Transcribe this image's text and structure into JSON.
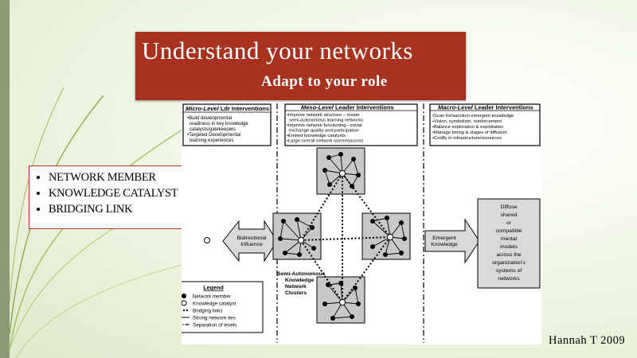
{
  "slide": {
    "title": "Understand your networks",
    "subtitle": "Adapt to your role",
    "credit": "Hannah T 2009",
    "bullets": [
      "NETWORK MEMBER",
      "KNOWLEDGE CATALYST",
      "BRIDGING LINK"
    ]
  },
  "diagram": {
    "micro": {
      "heading_prefix": "Micro-Level",
      "heading_suffix": " Ldr Interventions",
      "items": [
        "•Build developmental",
        "readiness in key knowledge",
        "catalysts/gatekeepers",
        "•Targeted Developmental",
        "learning experiences"
      ]
    },
    "meso": {
      "heading_prefix": "Meso-Level",
      "heading_suffix": " Leader Interventions",
      "items": [
        "•Improve network structure – create",
        "semi-autonomous learning networks",
        "•Improve network functioning - social",
        "exchange quality and participation",
        "•Embed knowledge catalysts",
        "•Large overall network size/resources"
      ]
    },
    "macro": {
      "heading_prefix": "Macro-Level",
      "heading_suffix": " Leader Interventions",
      "items": [
        "•Scan for/sanction emergent knowledge",
        "•Vision, symbolism, reinforcement",
        "•Balance exploration & exploitation",
        "•Manage timing & stages of diffusion",
        "•Codify in infrastructure/resources"
      ]
    },
    "bidirectional_label": [
      "Bidirectional",
      "Influence"
    ],
    "emergent_label": [
      "Emergent",
      "Knowledge"
    ],
    "cluster_label": [
      "Semi-Autonomous",
      "Knowledge",
      "Network",
      "Clusters"
    ],
    "diffuse_lines": [
      "Diffuse",
      "shared",
      "or",
      "compatible",
      "mental",
      "models",
      "across the",
      "organization's",
      "systems of",
      "networks"
    ],
    "legend": {
      "title": "Legend",
      "items": [
        "Network member",
        "Knowledge catalyst",
        "Bridging links",
        "Strong network ties",
        "Separation of levels"
      ]
    }
  }
}
